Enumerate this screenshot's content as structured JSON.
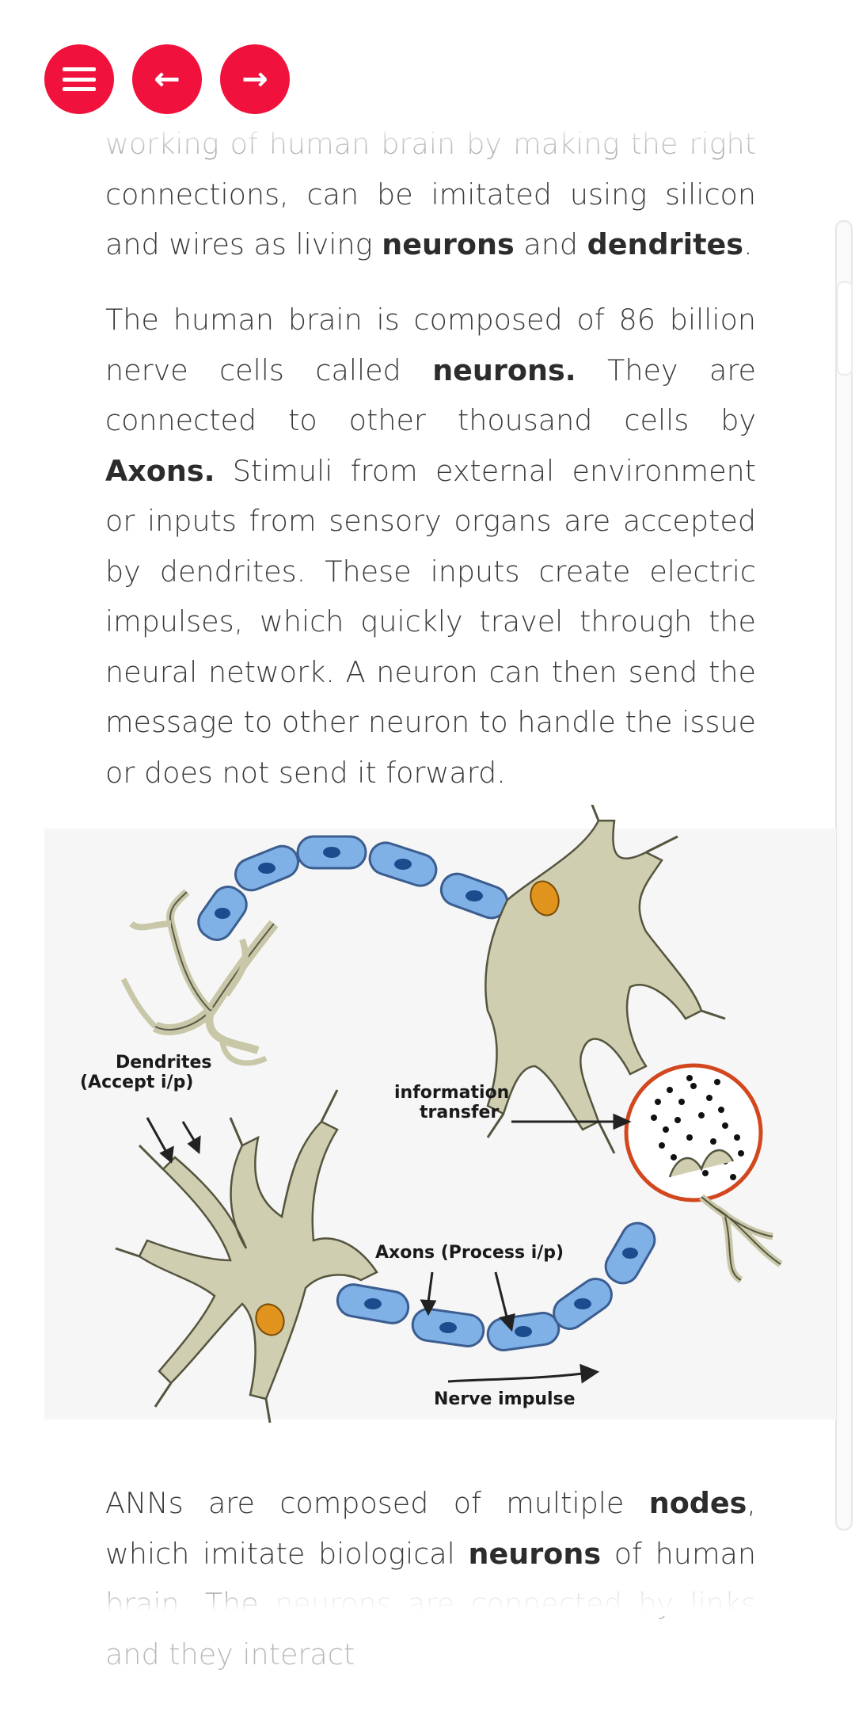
{
  "nav": {
    "menu_icon": "hamburger-menu-icon",
    "prev_label": "←",
    "next_label": "→",
    "accent_color": "#f0123c"
  },
  "para1": {
    "line1": "working of human brain by making the right",
    "rest_a": "connections, can be imitated using silicon and wires as living ",
    "bold1": "neurons",
    "mid": " and ",
    "bold2": "dendrites",
    "end": "."
  },
  "para2": {
    "a": "The human brain is composed of 86 billion nerve cells called ",
    "b1": "neurons.",
    "b": " They are connected to other thousand cells by ",
    "b2": "Axons.",
    "c": " Stimuli from external environment or inputs from sensory organs are accepted by dendrites. These inputs create electric impulses, which quickly travel through the neural network. A neuron can then send the message to other neuron to handle the issue or does not send it forward."
  },
  "figure": {
    "label_dendrites_1": "Dendrites",
    "label_dendrites_2": "(Accept i/p)",
    "label_info_1": "information",
    "label_info_2": "transfer",
    "label_axons": "Axons (Process i/p)",
    "label_impulse": "Nerve impulse"
  },
  "para3": {
    "a": "ANNs are composed of multiple ",
    "b1": "nodes",
    "b": ", which imitate biological ",
    "b2": "neurons",
    "c": " of human brain. The",
    "faded": "neurons are connected by links and they interact"
  }
}
